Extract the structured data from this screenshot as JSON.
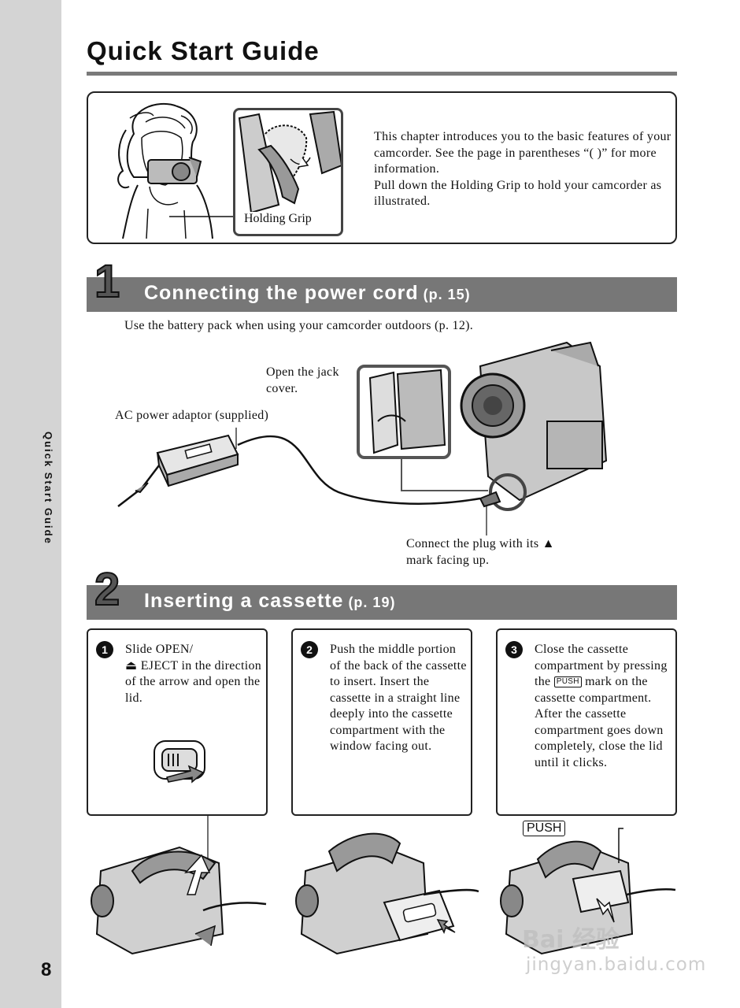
{
  "side": {
    "label": "Quick Start Guide",
    "page_number": "8"
  },
  "header": {
    "title": "Quick Start Guide"
  },
  "intro": {
    "paragraphs": [
      "This chapter introduces you to the basic features of your camcorder. See the page in parentheses “(    )” for more information.",
      "Pull down the Holding Grip to hold your camcorder as illustrated."
    ],
    "grip_caption": "Holding Grip"
  },
  "section1": {
    "number": "1",
    "title": "Connecting the power cord",
    "page_ref": "(p. 15)",
    "note": "Use the battery pack when using your camcorder outdoors (p. 12).",
    "callouts": {
      "jack_cover": "Open the jack cover.",
      "ac_adaptor": "AC power adaptor (supplied)",
      "plug": "Connect the plug with its ▲ mark facing up."
    }
  },
  "section2": {
    "number": "2",
    "title": "Inserting a cassette",
    "page_ref": "(p. 19)",
    "steps": [
      {
        "num": "1",
        "text_a": "Slide OPEN/",
        "text_b": "⏏ EJECT in the direction of the arrow and open the lid."
      },
      {
        "num": "2",
        "text": "Push the middle portion of the back of the cassette to insert. Insert the cassette in a straight line deeply into the cassette compartment with the window facing out."
      },
      {
        "num": "3",
        "text_a": "Close the cassette compartment by pressing the",
        "key": "PUSH",
        "text_b": "mark on the cassette compartment. After the cassette compartment goes down completely, close the lid until it clicks."
      }
    ],
    "push_label": "PUSH"
  },
  "watermark": {
    "brand": "Bai 经验",
    "url": "jingyan.baidu.com"
  }
}
